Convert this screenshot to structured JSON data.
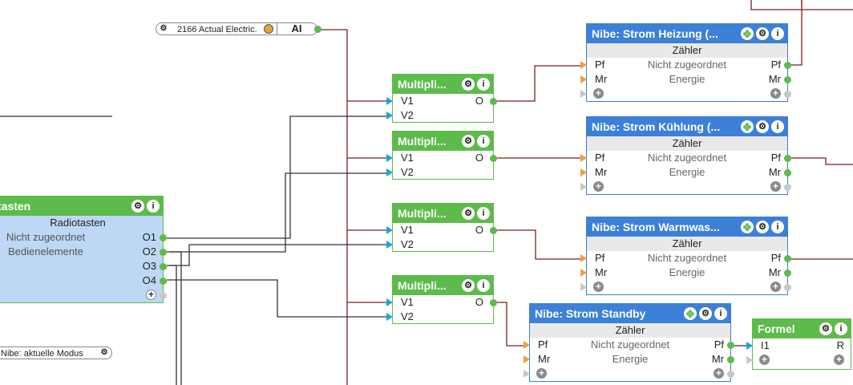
{
  "ai_widget": {
    "label": "2166 Actual Electric.",
    "type": "AI"
  },
  "mode_widget": {
    "label": "Nibe: aktuelle Modus"
  },
  "radio_block": {
    "title": "tasten",
    "subtitle": "Radiotasten",
    "rows": [
      {
        "left": "Nicht zugeordnet",
        "right": "O1"
      },
      {
        "left": "Bedienelemente",
        "right": "O2"
      },
      {
        "left": "",
        "right": "O3"
      },
      {
        "left": "",
        "right": "O4"
      }
    ]
  },
  "multipliers": [
    {
      "title": "Multipli...",
      "in1": "V1",
      "in2": "V2",
      "out": "O"
    },
    {
      "title": "Multipli...",
      "in1": "V1",
      "in2": "V2",
      "out": "O"
    },
    {
      "title": "Multipli...",
      "in1": "V1",
      "in2": "V2",
      "out": "O"
    },
    {
      "title": "Multipli...",
      "in1": "V1",
      "in2": "V2",
      "out": "O"
    }
  ],
  "counters": [
    {
      "title": "Nibe: Strom Heizung (...",
      "subtitle": "Zähler",
      "in1": "Pf",
      "mid1": "Nicht zugeordnet",
      "out1": "Pf",
      "in2": "Mr",
      "mid2": "Energie",
      "out2": "Mr"
    },
    {
      "title": "Nibe: Strom Kühlung (...",
      "subtitle": "Zähler",
      "in1": "Pf",
      "mid1": "Nicht zugeordnet",
      "out1": "Pf",
      "in2": "Mr",
      "mid2": "Energie",
      "out2": "Mr"
    },
    {
      "title": "Nibe: Strom Warmwas...",
      "subtitle": "Zähler",
      "in1": "Pf",
      "mid1": "Nicht zugeordnet",
      "out1": "Pf",
      "in2": "Mr",
      "mid2": "Energie",
      "out2": "Mr"
    },
    {
      "title": "Nibe: Strom Standby",
      "subtitle": "Zähler",
      "in1": "Pf",
      "mid1": "Nicht zugeordnet",
      "out1": "Pf",
      "in2": "Mr",
      "mid2": "Energie",
      "out2": "Mr"
    }
  ],
  "formula": {
    "title": "Formel",
    "in1": "I1",
    "out": "R"
  },
  "icons": {
    "settings": "gear-icon",
    "info": "info-icon",
    "move": "move-icon",
    "add": "plus-icon",
    "lamp": "lamp-icon"
  },
  "colors": {
    "green": "#5dbb4b",
    "blue": "#3d80d8",
    "wire_dark": "#333333",
    "wire_red": "#7a1f1f",
    "pin_input": "#1aa7d4",
    "pin_orange": "#f0a040"
  }
}
